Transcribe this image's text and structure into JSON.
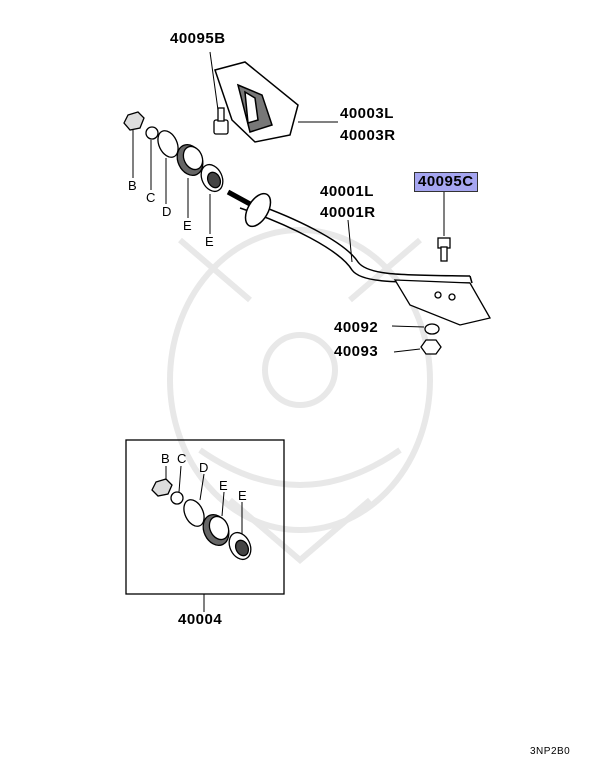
{
  "figure_code": "3NP2B0",
  "highlight_color": "#a5a5f0",
  "watermark": "samurai-helmet-logo",
  "parts": {
    "p40095b": "40095B",
    "p40003l": "40003L",
    "p40003r": "40003R",
    "p40095c": "40095C",
    "p40001l": "40001L",
    "p40001r": "40001R",
    "p40092": "40092",
    "p40093": "40093",
    "p40004": "40004"
  },
  "letters": {
    "b": "B",
    "c": "C",
    "d": "D",
    "e": "E"
  }
}
